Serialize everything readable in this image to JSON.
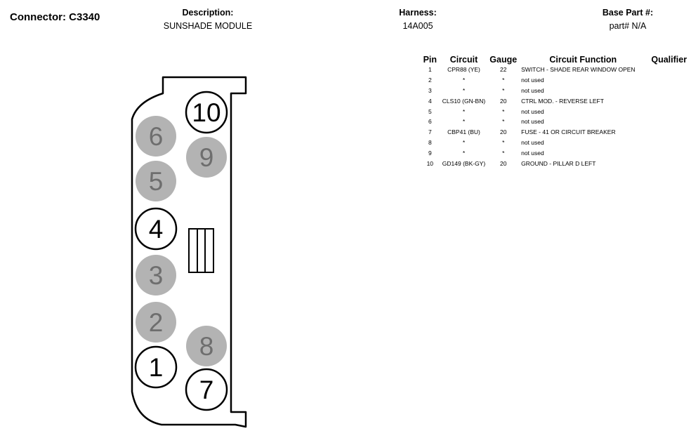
{
  "header": {
    "connector_title": "Connector: C3340",
    "description_label": "Description:",
    "description_value": "SUNSHADE MODULE",
    "harness_label": "Harness:",
    "harness_value": "14A005",
    "basepart_label": "Base Part #:",
    "basepart_value": "part# N/A"
  },
  "table": {
    "headers": {
      "pin": "Pin",
      "circuit": "Circuit",
      "gauge": "Gauge",
      "function": "Circuit Function",
      "qualifier": "Qualifier"
    },
    "rows": [
      {
        "pin": "1",
        "circuit": "CPR88 (YE)",
        "gauge": "22",
        "function": "SWITCH - SHADE REAR WINDOW OPEN",
        "qualifier": ""
      },
      {
        "pin": "2",
        "circuit": "*",
        "gauge": "*",
        "function": "not used",
        "qualifier": ""
      },
      {
        "pin": "3",
        "circuit": "*",
        "gauge": "*",
        "function": "not used",
        "qualifier": ""
      },
      {
        "pin": "4",
        "circuit": "CLS10 (GN-BN)",
        "gauge": "20",
        "function": "CTRL MOD. - REVERSE LEFT",
        "qualifier": ""
      },
      {
        "pin": "5",
        "circuit": "*",
        "gauge": "*",
        "function": "not used",
        "qualifier": ""
      },
      {
        "pin": "6",
        "circuit": "*",
        "gauge": "*",
        "function": "not used",
        "qualifier": ""
      },
      {
        "pin": "7",
        "circuit": "CBP41 (BU)",
        "gauge": "20",
        "function": "FUSE - 41 OR CIRCUIT BREAKER",
        "qualifier": ""
      },
      {
        "pin": "8",
        "circuit": "*",
        "gauge": "*",
        "function": "not used",
        "qualifier": ""
      },
      {
        "pin": "9",
        "circuit": "*",
        "gauge": "*",
        "function": "not used",
        "qualifier": ""
      },
      {
        "pin": "10",
        "circuit": "GD149 (BK-GY)",
        "gauge": "20",
        "function": "GROUND - PILLAR D LEFT",
        "qualifier": ""
      }
    ]
  },
  "connector": {
    "pins": [
      {
        "label": "6",
        "state": "unused"
      },
      {
        "label": "5",
        "state": "unused"
      },
      {
        "label": "4",
        "state": "used"
      },
      {
        "label": "3",
        "state": "unused"
      },
      {
        "label": "2",
        "state": "unused"
      },
      {
        "label": "1",
        "state": "used"
      },
      {
        "label": "10",
        "state": "used"
      },
      {
        "label": "9",
        "state": "unused"
      },
      {
        "label": "8",
        "state": "unused"
      },
      {
        "label": "7",
        "state": "used"
      }
    ],
    "colors": {
      "unused_fill": "#b3b3b3",
      "unused_text": "#6e6e6e",
      "used_fill": "#ffffff",
      "outline": "#000000"
    }
  }
}
